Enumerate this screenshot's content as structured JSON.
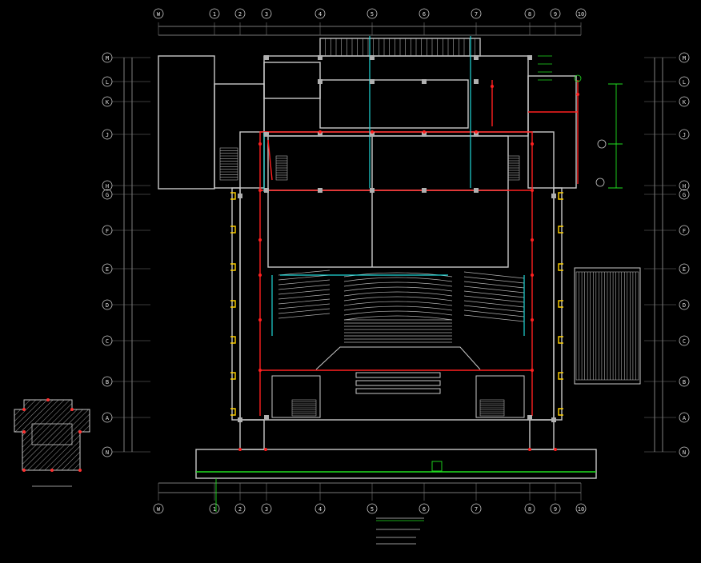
{
  "column_axes": [
    "W",
    "1",
    "2",
    "3",
    "4",
    "5",
    "6",
    "7",
    "8",
    "9",
    "10"
  ],
  "row_axes": [
    "M",
    "L",
    "K",
    "J",
    "H",
    "G",
    "F",
    "E",
    "D",
    "C",
    "B",
    "A",
    "N"
  ],
  "colors": {
    "background": "#000000",
    "wall": "#c8c8c8",
    "grid": "#7a7a7a",
    "fire_line": "#ff2020",
    "water_line": "#20d8d8",
    "dimension": "#20e020",
    "equipment": "#ffd000",
    "text": "#e0e0e0",
    "hatch": "#ff3030"
  },
  "symbols": [
    "hydrant-icon",
    "sprinkler-icon",
    "column-icon",
    "north-marker-icon"
  ]
}
